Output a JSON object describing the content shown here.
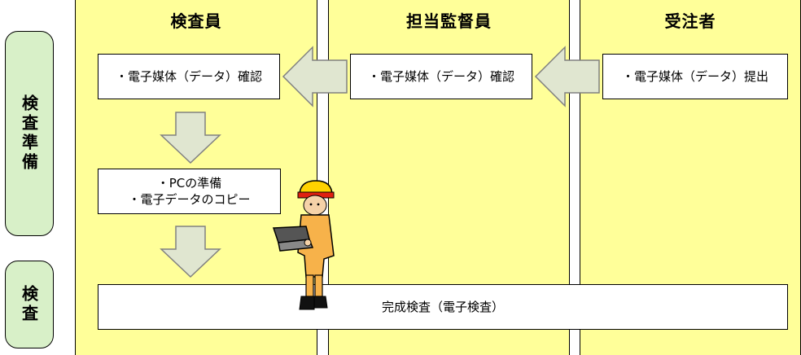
{
  "columns": {
    "inspector": "検査員",
    "supervisor": "担当監督員",
    "contractor": "受注者"
  },
  "phases": {
    "preparation": "検査準備",
    "inspection": "検査"
  },
  "steps": {
    "inspector_confirm": "・電子媒体（データ）確認",
    "supervisor_confirm": "・電子媒体（データ）確認",
    "contractor_submit": "・電子媒体（データ）提出",
    "prep_line1": "・PCの準備",
    "prep_line2": "・電子データのコピー",
    "final_inspection": "完成検査（電子検査）"
  },
  "colors": {
    "lane": "#ffff99",
    "phase": "#d8f0c8",
    "arrow_fill": "#e0e6d0",
    "arrow_stroke": "#808080"
  }
}
